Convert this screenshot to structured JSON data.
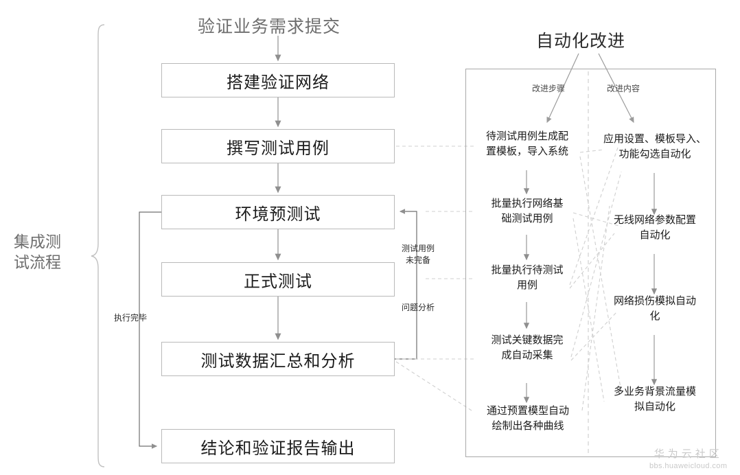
{
  "diagram": {
    "flow_title": "验证业务需求提交",
    "panel_title": "自动化改进",
    "group_label": "集成测\n试流程",
    "boxes": [
      {
        "label": "搭建验证网络"
      },
      {
        "label": "撰写测试用例"
      },
      {
        "label": "环境预测试"
      },
      {
        "label": "正式测试"
      },
      {
        "label": "测试数据汇总和分析"
      },
      {
        "label": "结论和验证报告输出"
      }
    ],
    "edge_labels": {
      "execution_done": "执行完毕",
      "cases_incomplete": "测试用例\n未完备",
      "problem_analysis": "问题分析"
    },
    "panel_columns": [
      {
        "header": "改进步骤"
      },
      {
        "header": "改进内容"
      }
    ],
    "steps_column": [
      {
        "label": "待测试用例生成配\n置模板，导入系统"
      },
      {
        "label": "批量执行网络基\n础测试用例"
      },
      {
        "label": "批量执行待测试\n用例"
      },
      {
        "label": "测试关键数据完\n成自动采集"
      },
      {
        "label": "通过预置模型自动\n绘制出各种曲线"
      }
    ],
    "content_column": [
      {
        "label": "应用设置、模板导入、\n功能勾选自动化"
      },
      {
        "label": "无线网络参数配置\n自动化"
      },
      {
        "label": "网络损伤模拟自动\n化"
      },
      {
        "label": "多业务背景流量模\n拟自动化"
      }
    ],
    "watermark": {
      "main": "华为云社区",
      "sub": "bbs.huaweicloud.com"
    },
    "colors": {
      "box_border": "#b9b9b9",
      "panel_border": "#a8a8a8",
      "connector": "#8f8f8f",
      "dashed": "#cfcfcf",
      "text": "#1b1b1b",
      "muted_text": "#6e6e6e",
      "watermark": "#c9c9c9"
    }
  }
}
